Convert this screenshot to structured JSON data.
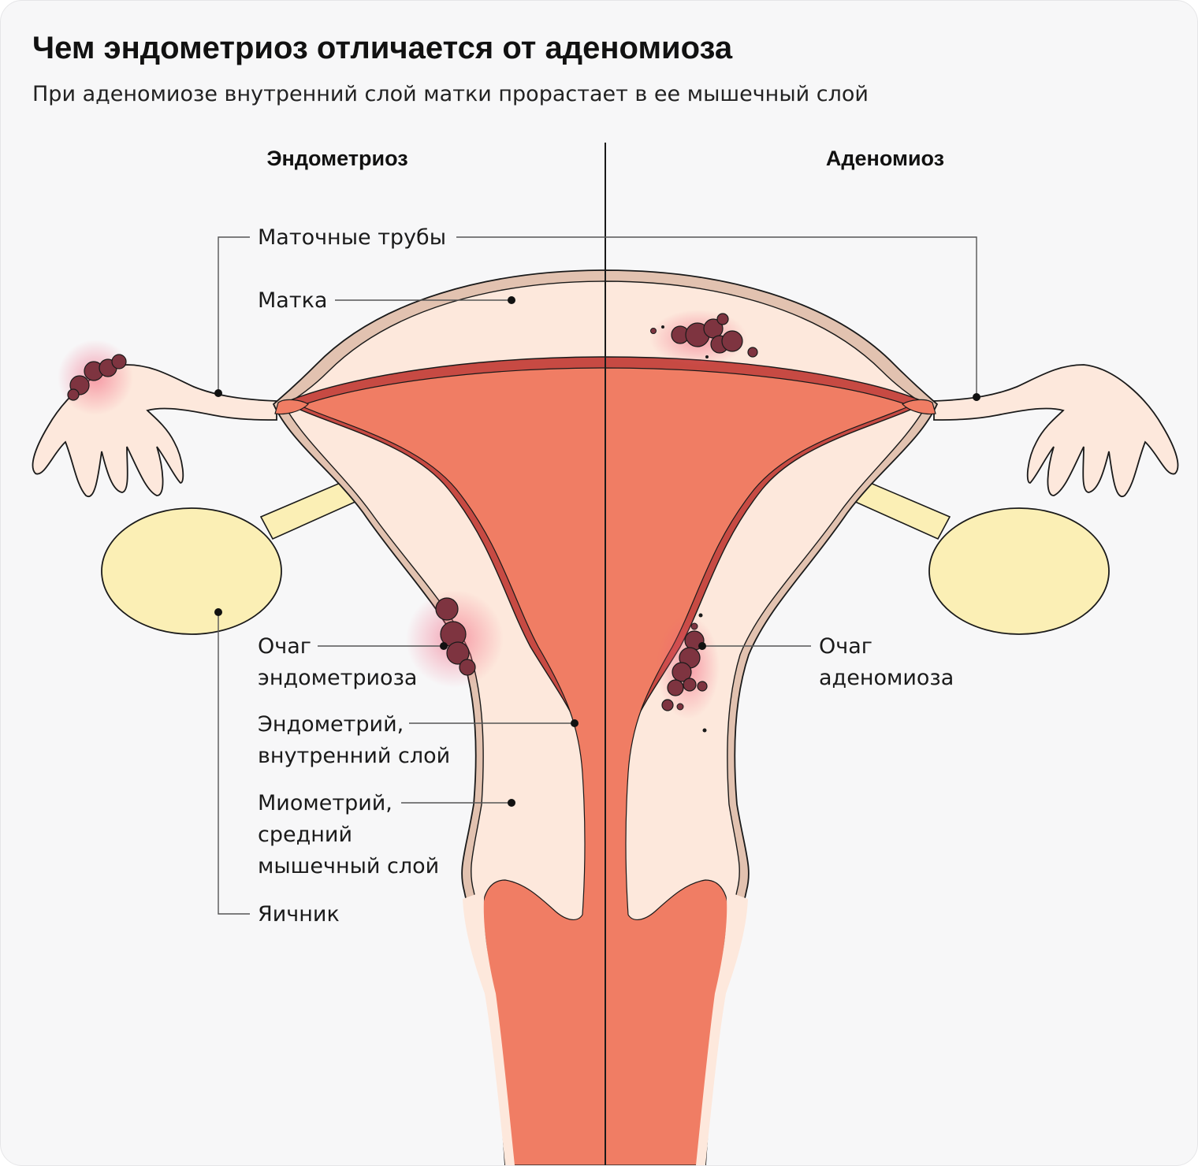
{
  "title": "Чем эндометриоз отличается от аденомиоза",
  "subtitle": "При аденомиозе внутренний слой матки прорастает в ее мышечный слой",
  "panels": {
    "left_heading": "Эндометриоз",
    "right_heading": "Аденомиоз"
  },
  "labels": {
    "tubes": "Маточные трубы",
    "uterus": "Матка",
    "endo_focus": [
      "Очаг",
      "эндометриоза"
    ],
    "endometrium": [
      "Эндометрий,",
      "внутренний слой"
    ],
    "myometrium": [
      "Миометрий,",
      "средний",
      "мышечный слой"
    ],
    "ovary": "Яичник",
    "adeno_focus": [
      "Очаг",
      "аденомиоза"
    ]
  },
  "colors": {
    "background": "#f7f7f8",
    "endometrium": "#f07d64",
    "endometrium_edge": "#c74a43",
    "myometrium": "#fde8dc",
    "serosa": "#e2c2b0",
    "ovary": "#fbefb5",
    "lesion": "#7e3440",
    "lesion_glow": "#f05a78"
  },
  "icons": [
    "endometriosis-lesion-icon",
    "adenomyosis-lesion-icon"
  ]
}
